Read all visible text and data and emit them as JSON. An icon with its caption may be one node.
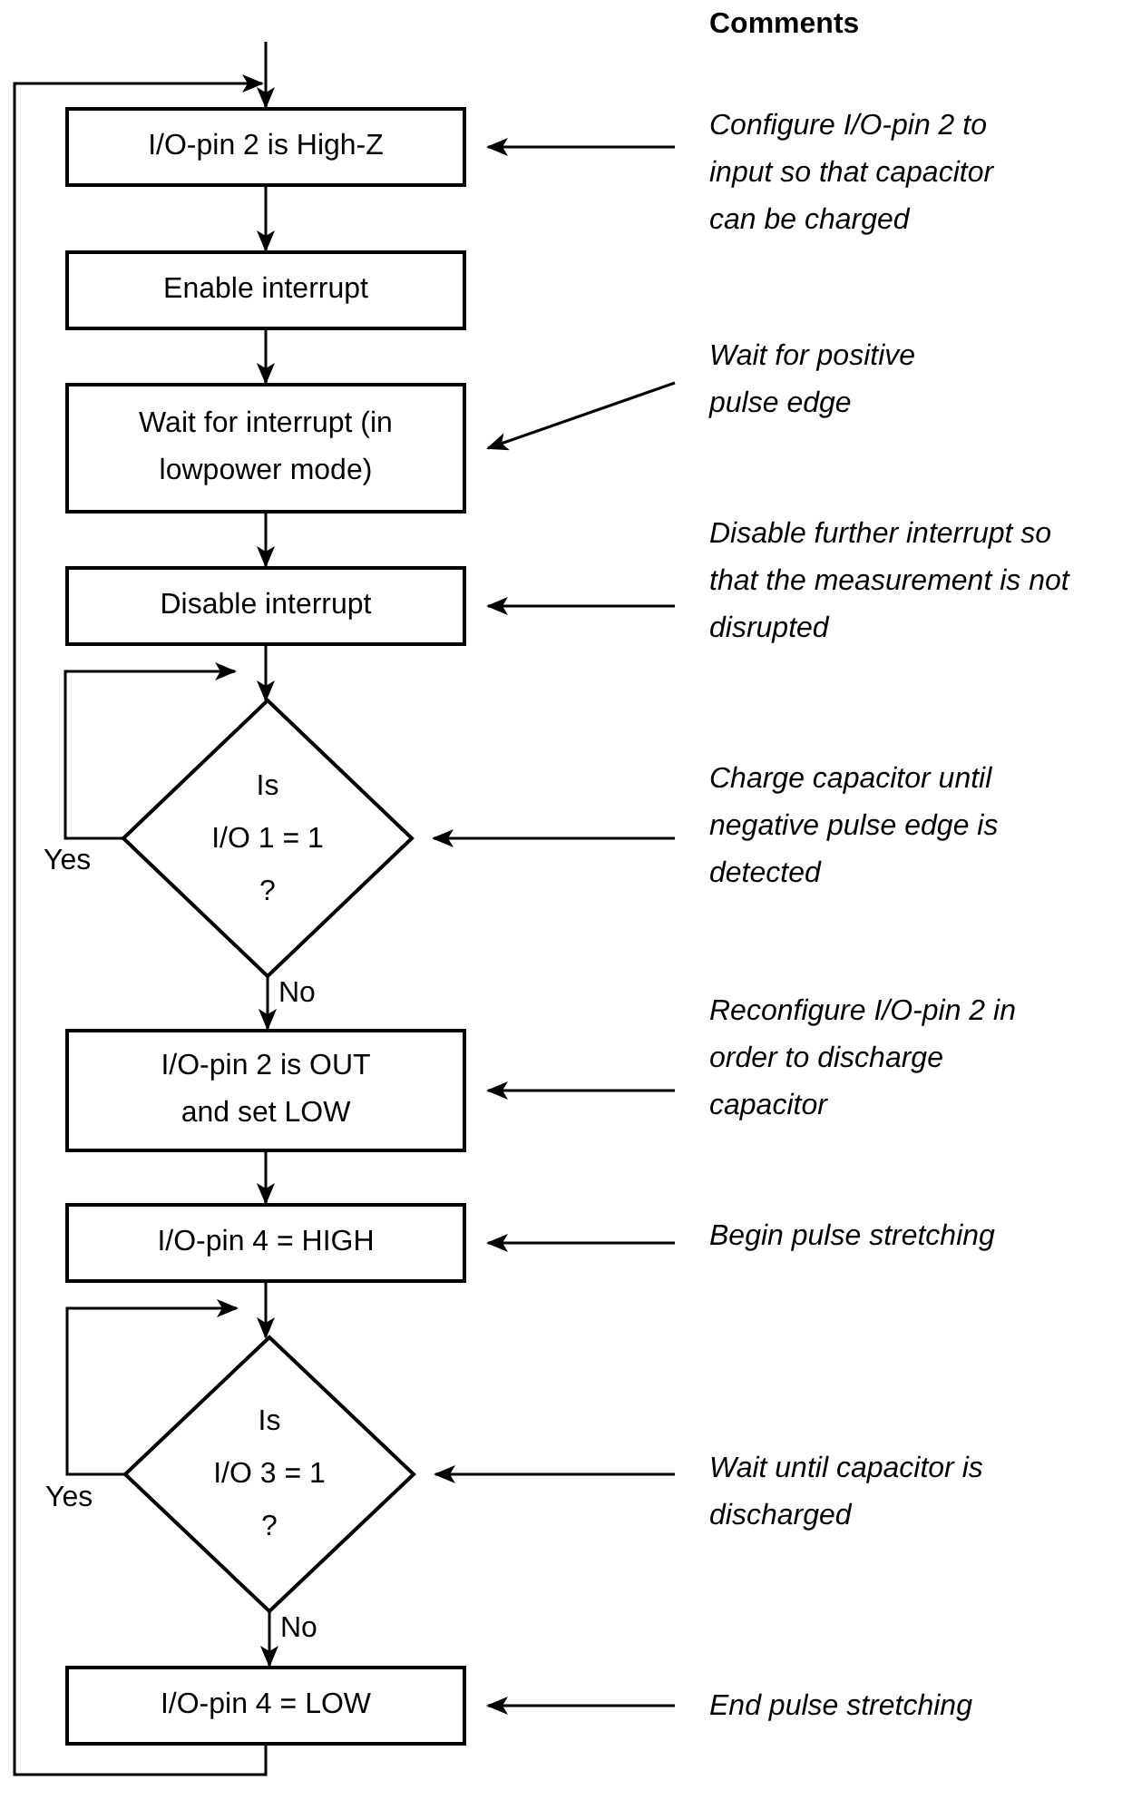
{
  "diagram": {
    "nodes": [
      {
        "text": [
          "I/O-pin 2 is High-Z"
        ]
      },
      {
        "text": [
          "Enable interrupt"
        ]
      },
      {
        "text": [
          "Wait for interrupt (in lowpower mode)"
        ]
      },
      {
        "text": [
          "Disable interrupt"
        ]
      },
      {
        "text": [
          "Is",
          "I/O 1 = 1",
          "?"
        ]
      },
      {
        "text": [
          "I/O-pin 2 is OUT and set LOW"
        ]
      },
      {
        "text": [
          "I/O-pin 4 = HIGH"
        ]
      },
      {
        "text": [
          "Is",
          "I/O 3 = 1",
          "?"
        ]
      },
      {
        "text": [
          "I/O-pin 4 = LOW"
        ]
      },
      {
        "text": [
          "Configure I/O-pin 2 to input so that capacitor can be charged"
        ]
      },
      {
        "text": [
          "Wait for positive pulse edge"
        ]
      },
      {
        "text": [
          "Disable further interrupt so that the measurement is not disrupted"
        ]
      },
      {
        "text": [
          "Charge capacitor until negative pulse edge is detected"
        ]
      },
      {
        "text": [
          "Reconfigure I/O-pin 2 in order to discharge capacitor"
        ]
      },
      {
        "text": [
          "Begin pulse stretching"
        ]
      },
      {
        "text": [
          "Wait until capacitor is discharged"
        ]
      },
      {
        "text": [
          "End pulse stretching"
        ]
      }
    ],
    "edges": [
      {
        "from": null,
        "to": 0,
        "arrow": "to"
      },
      {
        "from": 0,
        "to": 1,
        "arrow": "to"
      },
      {
        "from": 1,
        "to": 2,
        "arrow": "to"
      },
      {
        "from": 2,
        "to": 3,
        "arrow": "to"
      },
      {
        "from": 3,
        "to": 4,
        "arrow": "to"
      },
      {
        "from": 4,
        "to": 4,
        "arrow": "to",
        "label": "Yes"
      },
      {
        "from": 4,
        "to": 5,
        "arrow": "to",
        "label": "No"
      },
      {
        "from": 5,
        "to": 6,
        "arrow": "to"
      },
      {
        "from": 6,
        "to": 7,
        "arrow": "to"
      },
      {
        "from": 7,
        "to": 7,
        "arrow": "to",
        "label": "Yes"
      },
      {
        "from": 7,
        "to": 8,
        "arrow": "to",
        "label": "No"
      },
      {
        "from": 8,
        "to": 0,
        "arrow": "to"
      },
      {
        "from": 9,
        "to": 0,
        "arrow": "to"
      },
      {
        "from": 10,
        "to": 2,
        "arrow": "to"
      },
      {
        "from": 11,
        "to": 3,
        "arrow": "to"
      },
      {
        "from": 12,
        "to": 4,
        "arrow": "to"
      },
      {
        "from": 13,
        "to": 5,
        "arrow": "to"
      },
      {
        "from": 14,
        "to": 6,
        "arrow": "to"
      },
      {
        "from": 15,
        "to": 7,
        "arrow": "to"
      },
      {
        "from": 16,
        "to": 8,
        "arrow": "to"
      }
    ],
    "labels": [
      "Comments"
    ]
  }
}
